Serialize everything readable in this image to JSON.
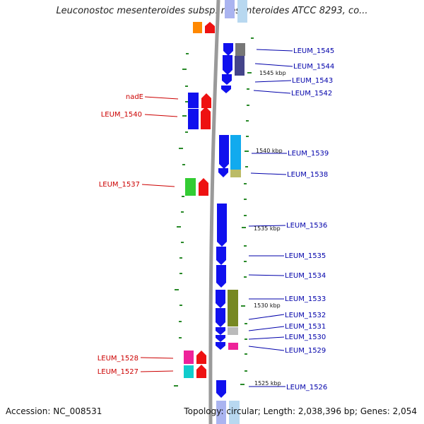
{
  "title": "Leuconostoc mesenteroides subsp. mesenteroides ATCC 8293, co...",
  "footer": {
    "accession": "Accession: NC_008531",
    "summary": "Topology: circular; Length: 2,038,396 bp; Genes: 2,054"
  },
  "ticks": [
    "1545 kbp",
    "1540 kbp",
    "1535 kbp",
    "1530 kbp",
    "1525 kbp"
  ],
  "left_labels": [
    "nadE",
    "LEUM_1540",
    "LEUM_1537",
    "LEUM_1528",
    "LEUM_1527"
  ],
  "right_labels": [
    "LEUM_1545",
    "LEUM_1544",
    "LEUM_1543",
    "LEUM_1542",
    "LEUM_1539",
    "LEUM_1538",
    "LEUM_1536",
    "LEUM_1535",
    "LEUM_1534",
    "LEUM_1533",
    "LEUM_1532",
    "LEUM_1531",
    "LEUM_1530",
    "LEUM_1529",
    "LEUM_1526"
  ],
  "colors": {
    "strand_forward": "#1010ee",
    "strand_reverse_marker": "#ee1111",
    "backbone": "#999999",
    "label_left": "#cc0000",
    "label_right": "#0000aa",
    "tick": "#2a8a2a"
  }
}
